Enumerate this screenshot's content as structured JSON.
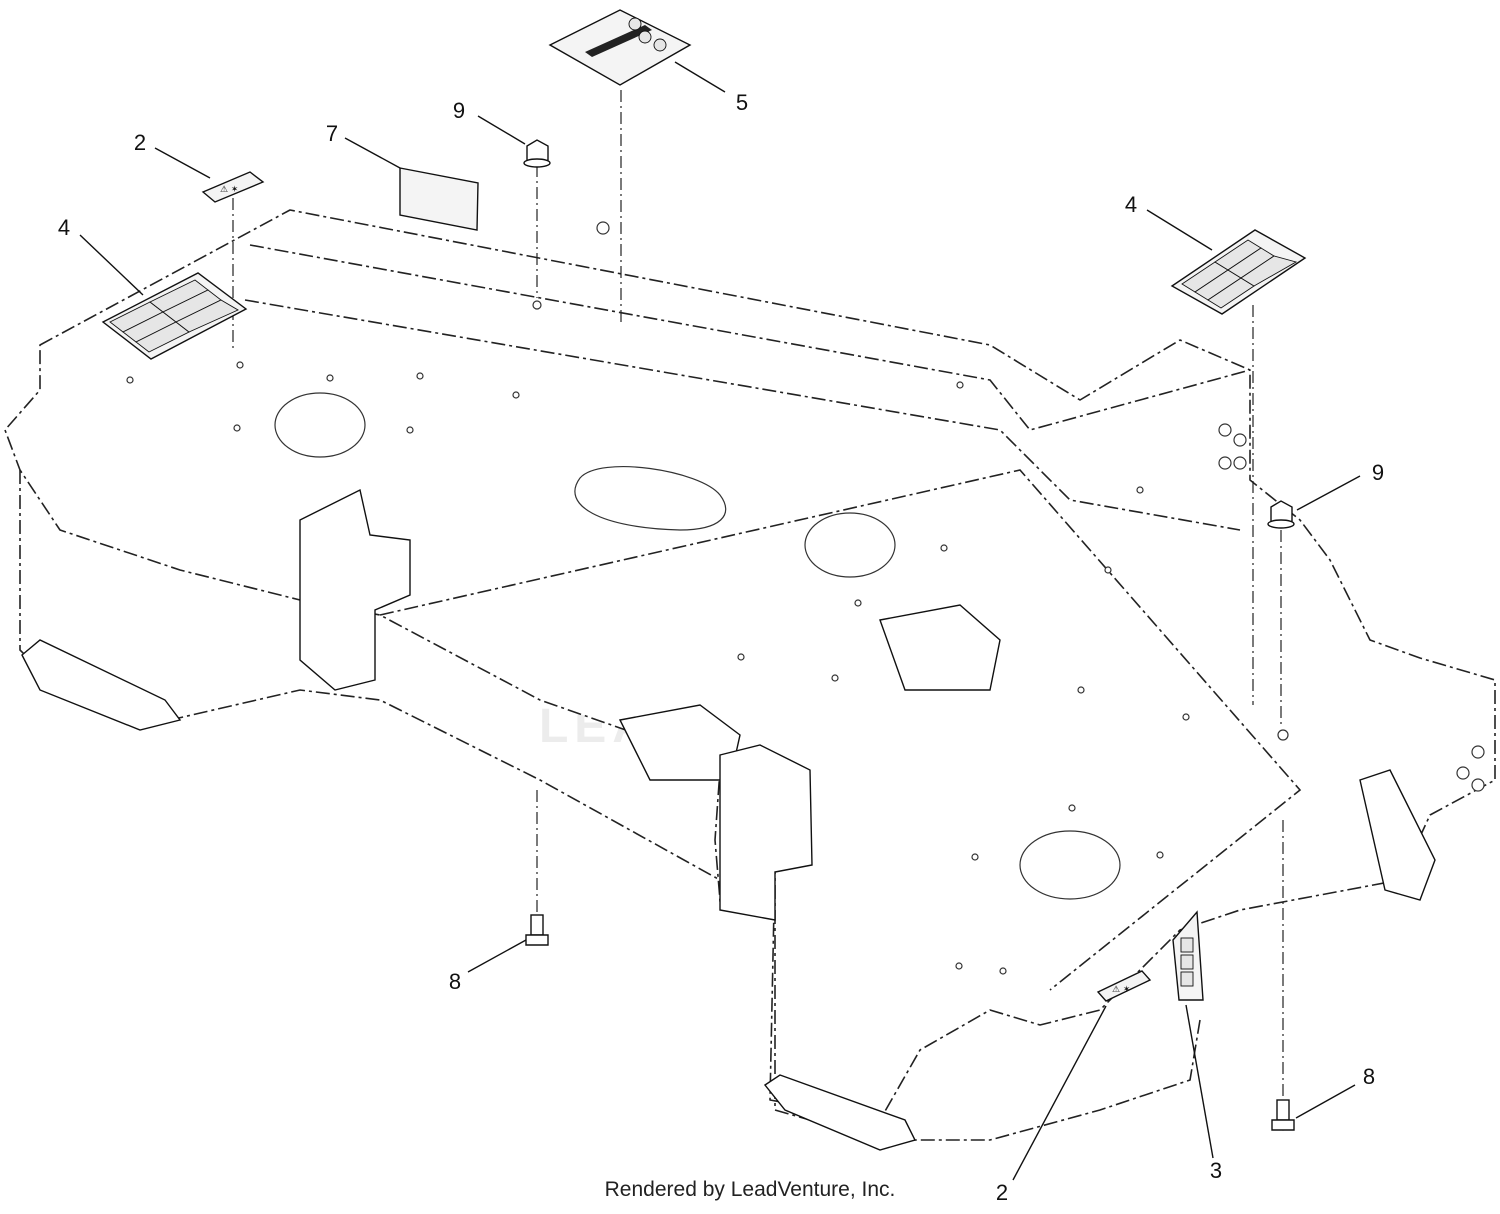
{
  "callouts": [
    "2",
    "7",
    "9",
    "5",
    "4",
    "4",
    "9",
    "8",
    "2",
    "3",
    "8"
  ],
  "watermark": {
    "text": "LEADVENTURE"
  },
  "footer": {
    "credit": "Rendered by LeadVenture, Inc."
  },
  "colors": {
    "line": "#222222",
    "background": "#ffffff",
    "watermark": "#ececec"
  }
}
